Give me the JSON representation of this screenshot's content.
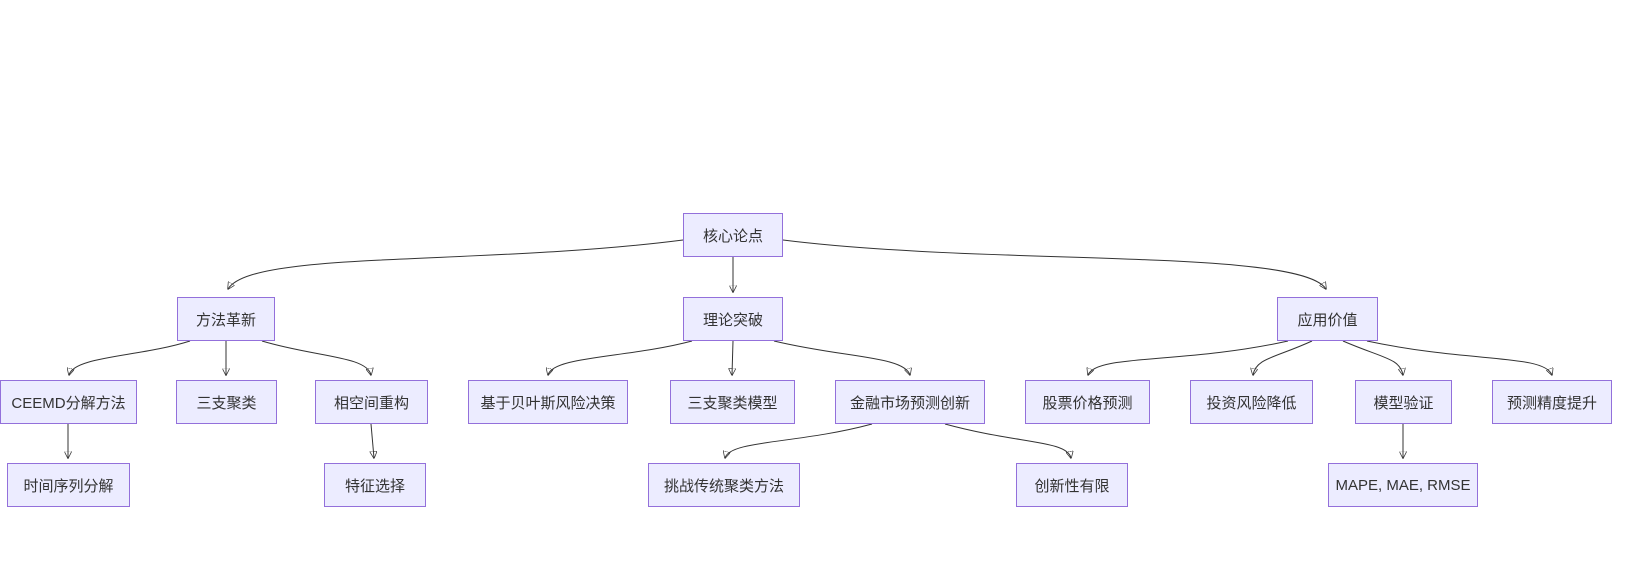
{
  "diagram": {
    "type": "flowchart",
    "direction": "top-down",
    "colors": {
      "background": "#ffffff",
      "node_fill": "#ECECFF",
      "node_border": "#9370DB",
      "edge_line": "#333333",
      "text": "#333333"
    },
    "nodes": {
      "core": {
        "label": "核心论点"
      },
      "method": {
        "label": "方法革新"
      },
      "theory": {
        "label": "理论突破"
      },
      "application": {
        "label": "应用价值"
      },
      "ceemd": {
        "label": "CEEMD分解方法"
      },
      "three_way": {
        "label": "三支聚类"
      },
      "phase_space": {
        "label": "相空间重构"
      },
      "bayes": {
        "label": "基于贝叶斯风险决策"
      },
      "twc_model": {
        "label": "三支聚类模型"
      },
      "fin_market": {
        "label": "金融市场预测创新"
      },
      "stock": {
        "label": "股票价格预测"
      },
      "invest_risk": {
        "label": "投资风险降低"
      },
      "model_valid": {
        "label": "模型验证"
      },
      "accuracy": {
        "label": "预测精度提升"
      },
      "ts_decomp": {
        "label": "时间序列分解"
      },
      "feature_sel": {
        "label": "特征选择"
      },
      "challenge": {
        "label": "挑战传统聚类方法"
      },
      "limited_innov": {
        "label": "创新性有限"
      },
      "mape": {
        "label": "MAPE, MAE, RMSE"
      }
    },
    "edges": [
      {
        "from": "core",
        "to": "method"
      },
      {
        "from": "core",
        "to": "theory"
      },
      {
        "from": "core",
        "to": "application"
      },
      {
        "from": "method",
        "to": "ceemd"
      },
      {
        "from": "method",
        "to": "three_way"
      },
      {
        "from": "method",
        "to": "phase_space"
      },
      {
        "from": "theory",
        "to": "bayes"
      },
      {
        "from": "theory",
        "to": "twc_model"
      },
      {
        "from": "theory",
        "to": "fin_market"
      },
      {
        "from": "application",
        "to": "stock"
      },
      {
        "from": "application",
        "to": "invest_risk"
      },
      {
        "from": "application",
        "to": "model_valid"
      },
      {
        "from": "application",
        "to": "accuracy"
      },
      {
        "from": "ceemd",
        "to": "ts_decomp"
      },
      {
        "from": "phase_space",
        "to": "feature_sel"
      },
      {
        "from": "fin_market",
        "to": "challenge"
      },
      {
        "from": "fin_market",
        "to": "limited_innov"
      },
      {
        "from": "model_valid",
        "to": "mape"
      }
    ]
  }
}
